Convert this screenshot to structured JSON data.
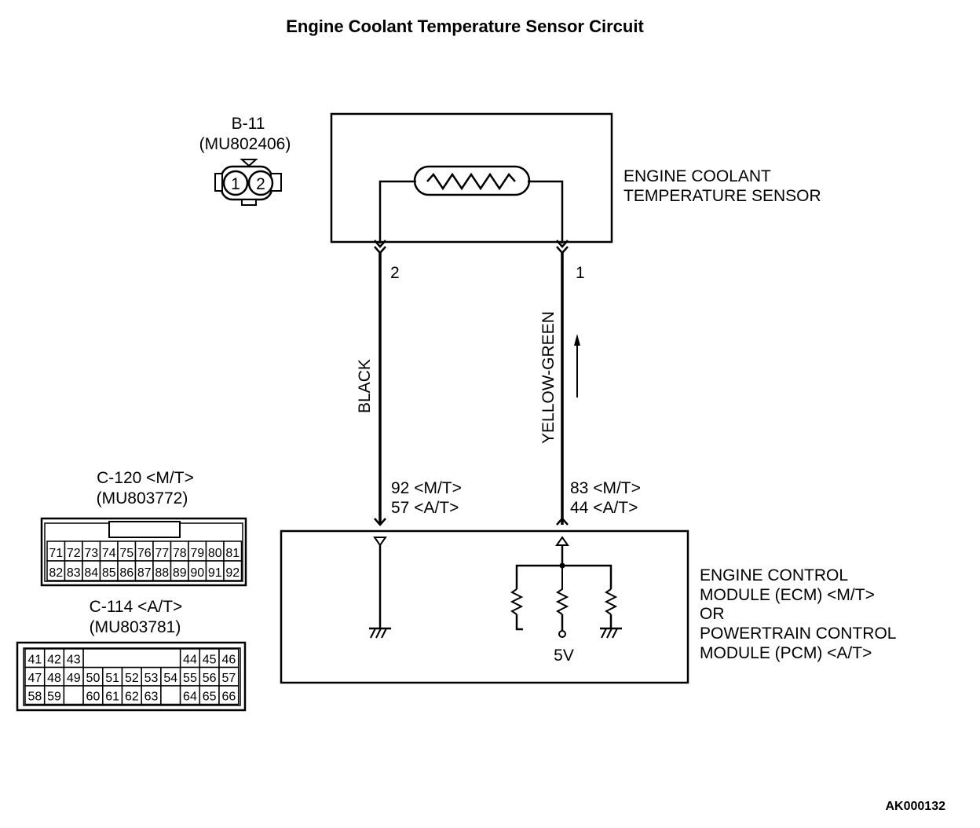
{
  "title": "Engine Coolant Temperature Sensor Circuit",
  "sensor_connector": {
    "id": "B-11",
    "part": "(MU802406)",
    "pins": [
      "1",
      "2"
    ]
  },
  "sensor": {
    "line1": "ENGINE COOLANT",
    "line2": "TEMPERATURE SENSOR"
  },
  "wires": {
    "left": {
      "color": "BLACK",
      "sensor_pin": "2",
      "ecm_pin_mt": "92 <M/T>",
      "ecm_pin_at": "57 <A/T>"
    },
    "right": {
      "color": "YELLOW-GREEN",
      "sensor_pin": "1",
      "ecm_pin_mt": "83 <M/T>",
      "ecm_pin_at": "44 <A/T>"
    }
  },
  "ecm": {
    "line1": "ENGINE CONTROL",
    "line2": "MODULE (ECM) <M/T>",
    "line3": "OR",
    "line4": "POWERTRAIN CONTROL",
    "line5": "MODULE (PCM) <A/T>",
    "supply": "5V"
  },
  "connector_c120": {
    "id": "C-120 <M/T>",
    "part": "(MU803772)",
    "row1": [
      "71",
      "72",
      "73",
      "74",
      "75",
      "76",
      "77",
      "78",
      "79",
      "80",
      "81"
    ],
    "row2": [
      "82",
      "83",
      "84",
      "85",
      "86",
      "87",
      "88",
      "89",
      "90",
      "91",
      "92"
    ]
  },
  "connector_c114": {
    "id": "C-114 <A/T>",
    "part": "(MU803781)",
    "row1": [
      "41",
      "42",
      "43",
      "",
      "",
      "",
      "",
      "",
      "44",
      "45",
      "46"
    ],
    "row2": [
      "47",
      "48",
      "49",
      "50",
      "51",
      "52",
      "53",
      "54",
      "55",
      "56",
      "57"
    ],
    "row3": [
      "58",
      "59",
      "",
      "60",
      "61",
      "62",
      "63",
      "",
      "64",
      "65",
      "66"
    ]
  },
  "figure_code": "AK000132"
}
